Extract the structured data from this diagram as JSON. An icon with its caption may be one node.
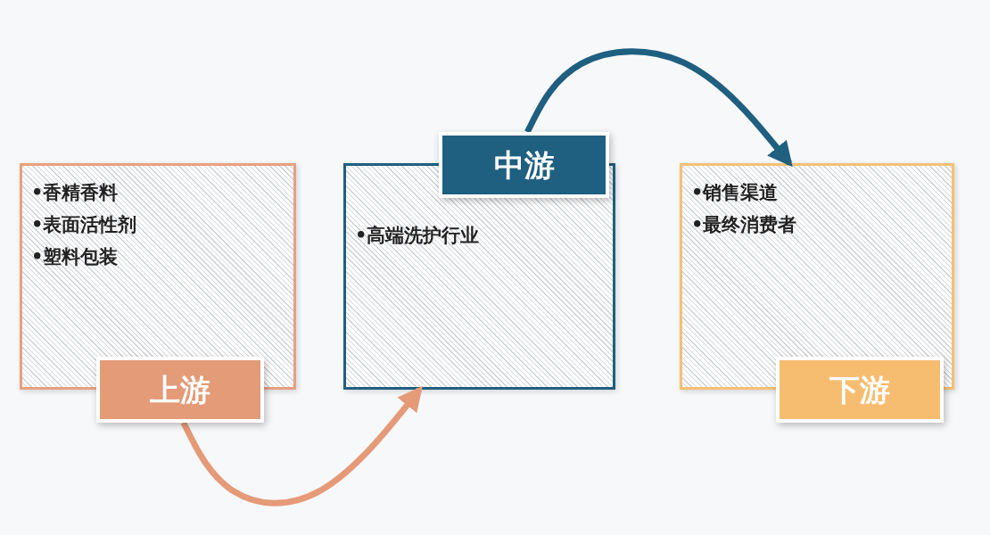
{
  "diagram": {
    "nodes": [
      {
        "text": [
          "•香精香料",
          "•表面活性剂",
          "•塑料包装"
        ]
      },
      {
        "text": [
          "上游"
        ]
      },
      {
        "text": [
          "•高端洗护行业"
        ]
      },
      {
        "text": [
          "中游"
        ]
      },
      {
        "text": [
          "•销售渠道",
          "•最终消费者"
        ]
      },
      {
        "text": [
          "下游"
        ]
      }
    ],
    "edges": [
      {
        "from": 1,
        "to": 2,
        "arrow": "to",
        "color": "#e59a78"
      },
      {
        "from": 3,
        "to": 4,
        "arrow": "to",
        "color": "#1f5f80"
      }
    ]
  }
}
